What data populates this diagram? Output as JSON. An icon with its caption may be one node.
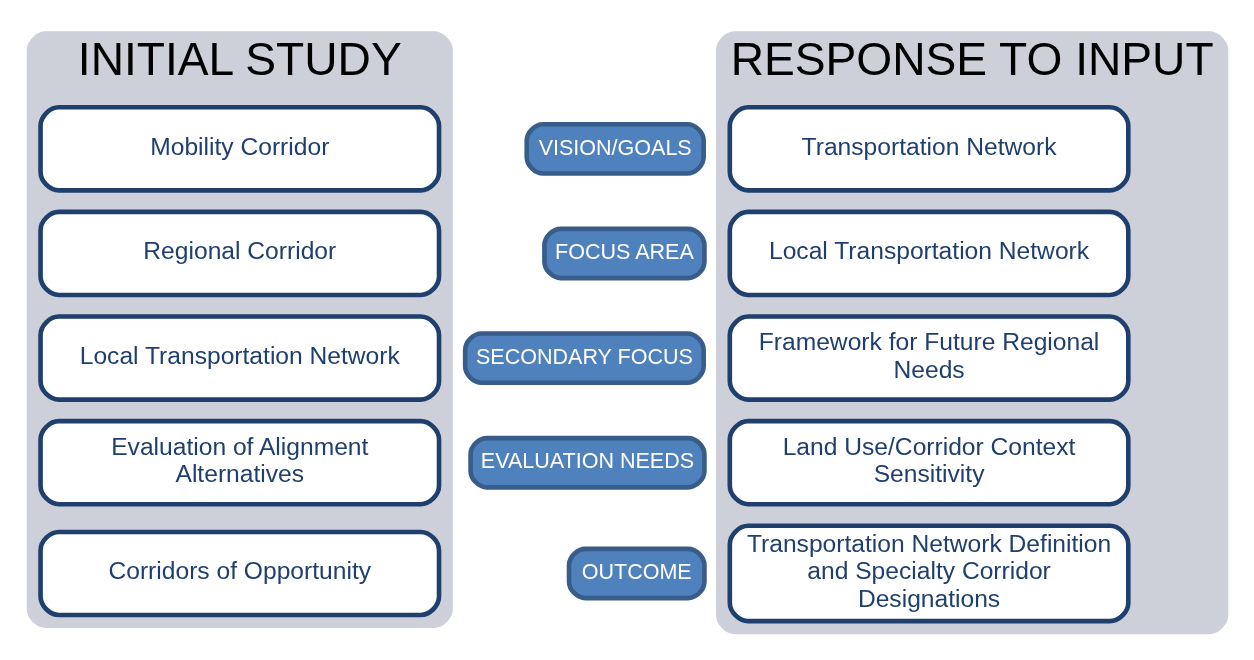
{
  "diagram": {
    "nodes": [
      {
        "text": [
          "INITIAL STUDY"
        ]
      },
      {
        "text": [
          "Mobility Corridor"
        ],
        "in": 0
      },
      {
        "text": [
          "Regional Corridor"
        ],
        "in": 0
      },
      {
        "text": [
          "Local Transportation Network"
        ],
        "in": 0
      },
      {
        "text": [
          "Evaluation of Alignment Alternatives"
        ],
        "in": 0
      },
      {
        "text": [
          "Corridors of Opportunity"
        ],
        "in": 0
      },
      {
        "text": [
          "RESPONSE TO INPUT"
        ]
      },
      {
        "text": [
          "Transportation Network"
        ],
        "in": 6
      },
      {
        "text": [
          "Local Transportation Network"
        ],
        "in": 6
      },
      {
        "text": [
          "Framework for Future Regional Needs"
        ],
        "in": 6
      },
      {
        "text": [
          "Land Use/Corridor Context Sensitivity"
        ],
        "in": 6
      },
      {
        "text": [
          "Transportation Network Definition and Specialty Corridor Designations"
        ],
        "in": 6
      },
      {
        "text": [
          "VISION/GOALS"
        ]
      },
      {
        "text": [
          "FOCUS AREA"
        ]
      },
      {
        "text": [
          "SECONDARY FOCUS"
        ]
      },
      {
        "text": [
          "EVALUATION NEEDS"
        ]
      },
      {
        "text": [
          "OUTCOME"
        ]
      }
    ],
    "edges": []
  }
}
